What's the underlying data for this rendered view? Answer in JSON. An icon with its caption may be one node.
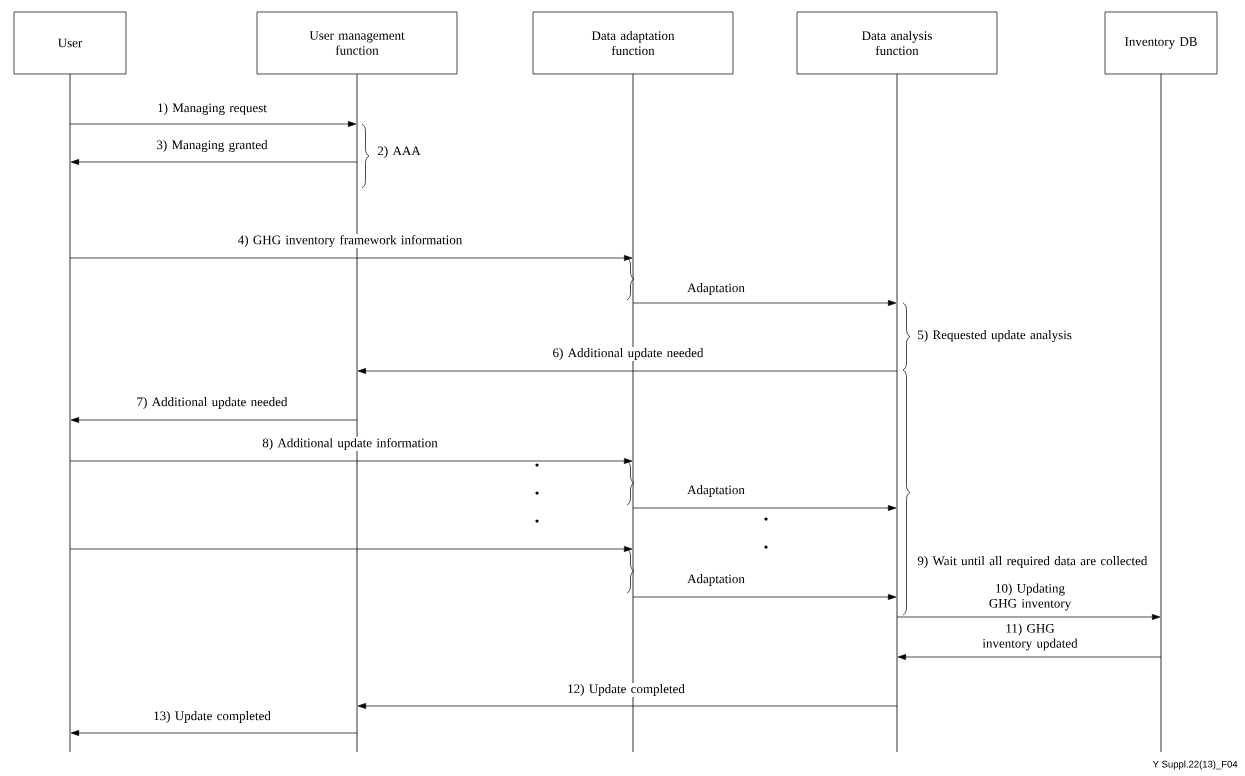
{
  "diagram": {
    "nodes": [
      {
        "text": [
          "User"
        ]
      },
      {
        "text": [
          "User management function"
        ]
      },
      {
        "text": [
          "Data adaptation function"
        ]
      },
      {
        "text": [
          "Data analysis function"
        ]
      },
      {
        "text": [
          "Inventory DB"
        ]
      },
      {
        "text": [],
        "shape": "bar"
      },
      {
        "text": [],
        "shape": "bar"
      },
      {
        "text": [],
        "shape": "bar"
      },
      {
        "text": [],
        "shape": "bar"
      },
      {
        "text": [],
        "shape": "bar"
      }
    ],
    "edges": [
      {
        "from": 5,
        "to": 6,
        "arrow": "to",
        "label": "1) Managing request"
      },
      {
        "from": 6,
        "to": 5,
        "arrow": "to",
        "label": "3) Managing granted"
      },
      {
        "from": 5,
        "to": 7,
        "arrow": "to",
        "label": "4) GHG inventory framework information"
      },
      {
        "from": 7,
        "to": 8,
        "arrow": "to",
        "label": "Adaptation"
      },
      {
        "from": 8,
        "to": 6,
        "arrow": "to",
        "label": "6) Additional update needed"
      },
      {
        "from": 6,
        "to": 5,
        "arrow": "to",
        "label": "7) Additional update needed"
      },
      {
        "from": 5,
        "to": 7,
        "arrow": "to",
        "label": "8) Additional update information"
      },
      {
        "from": 7,
        "to": 8,
        "arrow": "to",
        "label": "Adaptation"
      },
      {
        "from": 5,
        "to": 7,
        "arrow": "to"
      },
      {
        "from": 7,
        "to": 8,
        "arrow": "to",
        "label": "Adaptation"
      },
      {
        "from": 8,
        "to": 9,
        "arrow": "to",
        "label": "10) Updating GHG inventory"
      },
      {
        "from": 9,
        "to": 8,
        "arrow": "to",
        "label": "11) GHG inventory updated"
      },
      {
        "from": 8,
        "to": 6,
        "arrow": "to",
        "label": "12) Update completed"
      },
      {
        "from": 6,
        "to": 5,
        "arrow": "to",
        "label": "13) Update completed"
      }
    ],
    "labels": [
      "2) AAA",
      "5) Requested update analysis",
      "9) Wait until all required data are collected",
      "Y Suppl.22(13)_F04"
    ]
  }
}
